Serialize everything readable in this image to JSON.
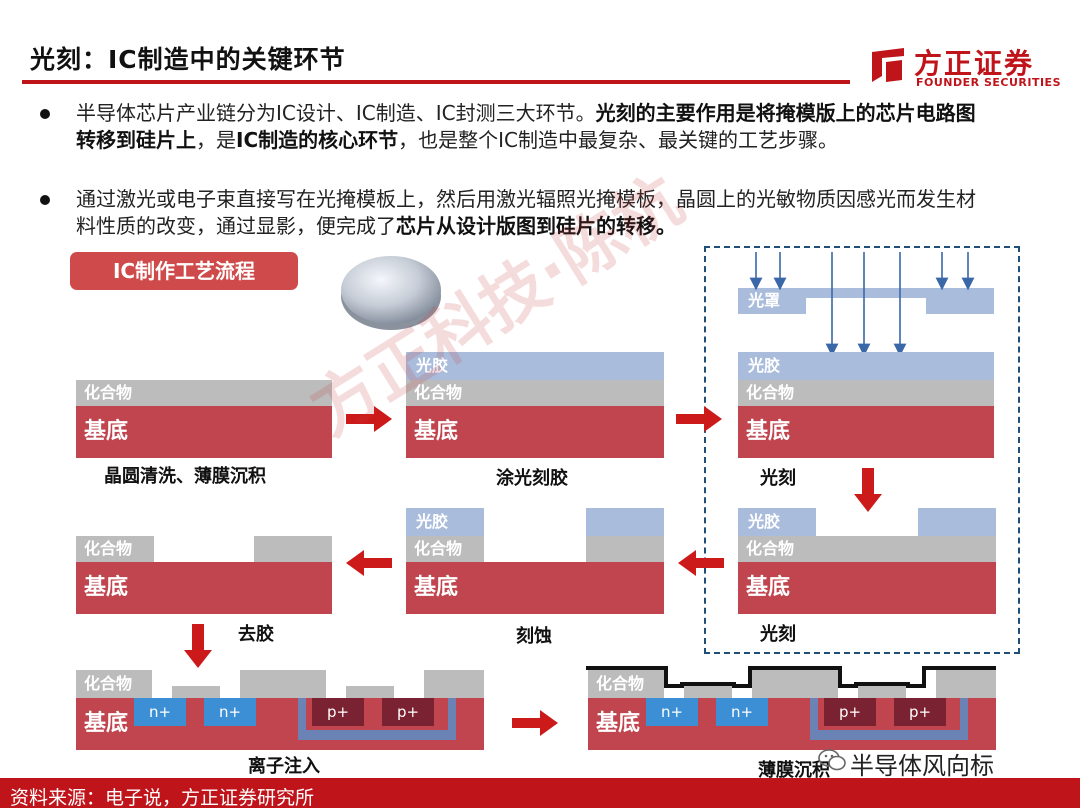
{
  "header": {
    "title": "光刻：IC制造中的关键环节",
    "logo_cn": "方正证券",
    "logo_en": "FOUNDER SECURITIES"
  },
  "bullets": [
    {
      "parts": [
        {
          "t": "半导体芯片产业链分为IC设计、IC制造、IC封测三大环节。",
          "b": false
        },
        {
          "t": "光刻的主要作用是将掩模版上的芯片电路图转移到硅片上",
          "b": true
        },
        {
          "t": "，是",
          "b": false
        },
        {
          "t": "IC制造的核心环节",
          "b": true
        },
        {
          "t": "，也是整个IC制造中最复杂、最关键的工艺步骤。",
          "b": false
        }
      ]
    },
    {
      "parts": [
        {
          "t": "通过激光或电子束直接写在光掩模板上，然后用激光辐照光掩模板，晶圆上的光敏物质因感光而发生材料性质的改变，通过显影，便完成了",
          "b": false
        },
        {
          "t": "芯片从设计版图到硅片的转移。",
          "b": true
        }
      ]
    }
  ],
  "flow_label": "IC制作工艺流程",
  "labels": {
    "substrate": "基底",
    "compound": "化合物",
    "photoresist": "光胶",
    "photomask": "光罩",
    "n": "n+",
    "p": "p+"
  },
  "captions": {
    "step1": "晶圆清洗、薄膜沉积",
    "step2": "涂光刻胶",
    "step3": "光刻",
    "step4": "光刻",
    "step5": "刻蚀",
    "step6": "去胶",
    "step7": "离子注入",
    "step8": "薄膜沉积"
  },
  "watermark": "方正科技·陈杭",
  "wechat": "半导体风向标",
  "source": "资料来源：电子说，方正证券研究所",
  "colors": {
    "brand_red": "#c0141b",
    "substrate": "#c0454f",
    "compound": "#bcbcbc",
    "photoresist": "#a9bcdc",
    "n_region": "#3c8fd4",
    "p_region": "#7b2232",
    "well": "#6a82b4",
    "dash_box": "#1f4e79"
  }
}
